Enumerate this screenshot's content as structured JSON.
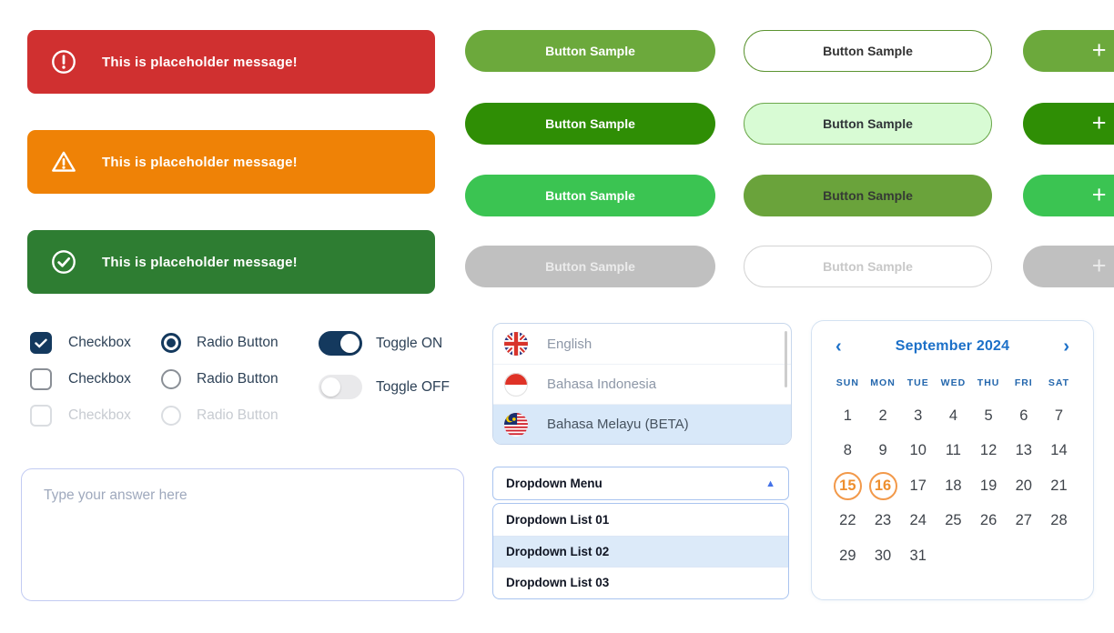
{
  "colors": {
    "alert_error": "#D03030",
    "alert_warning": "#EF8206",
    "alert_success": "#2E7D32",
    "button_green_medium": "#6CA93C",
    "button_green_dark": "#2F8E05",
    "button_green_bright": "#3BC452",
    "button_gray_disabled": "#C0C0C0",
    "button_mint_bg": "#D8FBD4",
    "button_olive": "#6AA33B",
    "control_navy": "#14395E",
    "toggle_off_gray": "#E9E9EB",
    "selected_row_blue": "#D8E8F9",
    "dropdown_highlight_blue": "#DCEAF9",
    "dropdown_arrow_blue": "#4472E8",
    "calendar_blue": "#1C70C8",
    "selected_day_orange": "#F2994A",
    "textarea_border": "#C2CBF2"
  },
  "alerts": [
    {
      "type": "error",
      "message": "This is placeholder message!",
      "icon": "alert-circle-icon"
    },
    {
      "type": "warning",
      "message": "This is placeholder message!",
      "icon": "warning-triangle-icon"
    },
    {
      "type": "success",
      "message": "This is placeholder message!",
      "icon": "check-circle-icon"
    }
  ],
  "buttons": {
    "label": "Button Sample",
    "plus_glyph": "+"
  },
  "controls": {
    "checkboxes": [
      {
        "label": "Checkbox",
        "state": "checked"
      },
      {
        "label": "Checkbox",
        "state": "unchecked"
      },
      {
        "label": "Checkbox",
        "state": "disabled"
      }
    ],
    "radios": [
      {
        "label": "Radio Button",
        "state": "selected"
      },
      {
        "label": "Radio Button",
        "state": "unselected"
      },
      {
        "label": "Radio Button",
        "state": "disabled"
      }
    ],
    "toggles": [
      {
        "label": "Toggle ON",
        "state": "on"
      },
      {
        "label": "Toggle OFF",
        "state": "off"
      }
    ]
  },
  "language_list": {
    "items": [
      {
        "label": "English",
        "flag": "uk-flag-icon",
        "selected": false
      },
      {
        "label": "Bahasa Indonesia",
        "flag": "indonesia-flag-icon",
        "selected": false
      },
      {
        "label": "Bahasa Melayu (BETA)",
        "flag": "malaysia-flag-icon",
        "selected": true
      }
    ]
  },
  "answer_box": {
    "placeholder": "Type your answer here"
  },
  "dropdown": {
    "menu_label": "Dropdown Menu",
    "arrow_glyph": "▲",
    "items": [
      "Dropdown List 01",
      "Dropdown List 02",
      "Dropdown List 03"
    ],
    "highlighted_index": 1
  },
  "calendar": {
    "title": "September 2024",
    "prev_glyph": "‹",
    "next_glyph": "›",
    "weekdays": [
      "SUN",
      "MON",
      "TUE",
      "WED",
      "THU",
      "FRI",
      "SAT"
    ],
    "days_in_month": 31,
    "start_day_offset": 0,
    "selected_days": [
      15,
      16
    ]
  }
}
